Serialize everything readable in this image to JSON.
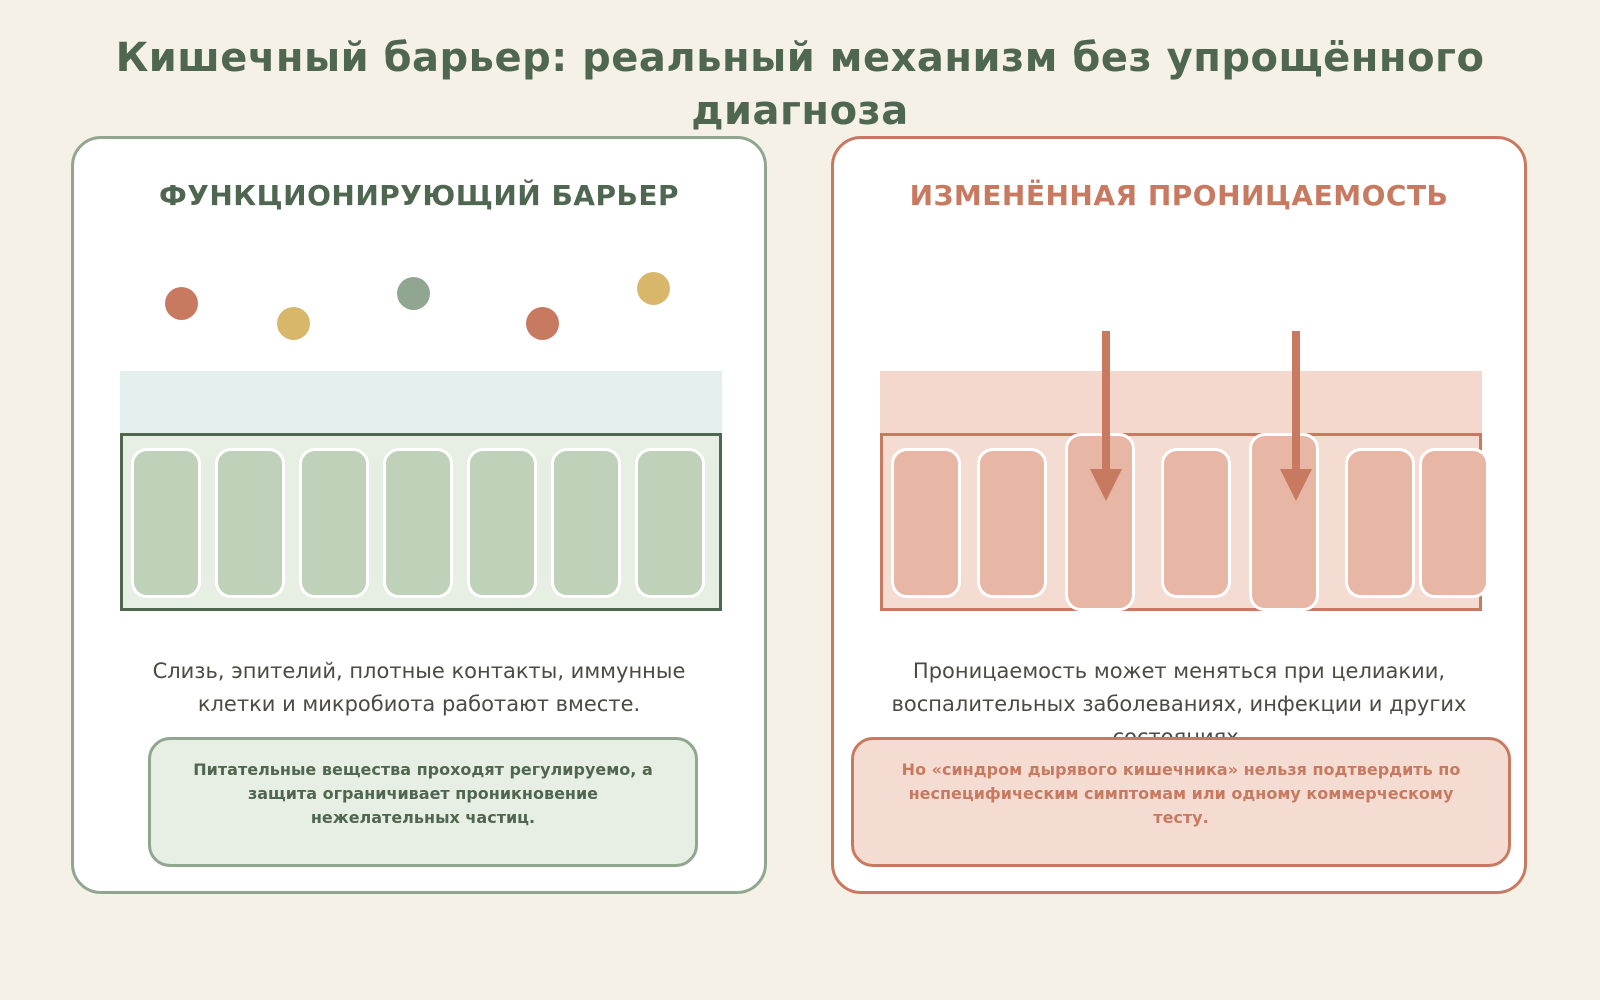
{
  "title": "Кишечный барьер: реальный механизм без упрощённого диагноза",
  "colors": {
    "green_dark": "#4f6650",
    "green_border": "#91a690",
    "terracotta": "#c87a60",
    "mustard": "#d9b76a",
    "sage_dot": "#91a690",
    "background": "#f6f1e6"
  },
  "panels": {
    "functional": {
      "heading": "ФУНКЦИОНИРУЮЩИЙ БАРЬЕР",
      "description": "Слизь, эпителий, плотные контакты, иммунные клетки и микробиота работают вместе.",
      "note": "Питательные вещества проходят регулируемо, а защита ограничивает проникновение нежелательных частиц."
    },
    "altered": {
      "heading": "ИЗМЕНЁННАЯ ПРОНИЦАЕМОСТЬ",
      "description": "Проницаемость может меняться при целиакии, воспалительных заболеваниях, инфекции и других состояниях.",
      "note": "Но «синдром дырявого кишечника» нельзя подтвердить по неспецифическим симптомам или одному коммерческому тесту."
    }
  }
}
